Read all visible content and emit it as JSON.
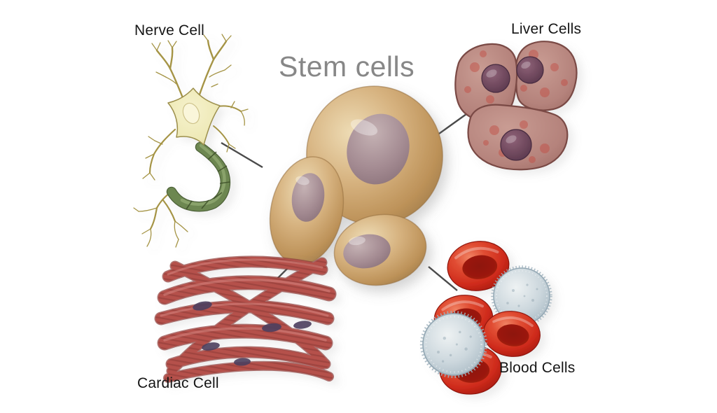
{
  "diagram": {
    "title": "Stem cells",
    "center_node": {
      "id": "stem-cells",
      "label": "Stem cells",
      "illustration": "three-stem-cells-icon"
    },
    "nodes": [
      {
        "id": "nerve-cell",
        "label": "Nerve Cell",
        "position": "top-left",
        "illustration": "neuron-icon"
      },
      {
        "id": "liver-cells",
        "label": "Liver Cells",
        "position": "top-right",
        "illustration": "liver-cell-cluster-icon"
      },
      {
        "id": "cardiac-cell",
        "label": "Cardiac Cell",
        "position": "bottom-left",
        "illustration": "cardiac-muscle-fibers-icon"
      },
      {
        "id": "blood-cells",
        "label": "Blood Cells",
        "position": "bottom-right",
        "illustration": "red-and-white-blood-cells-icon"
      }
    ],
    "connections": [
      {
        "from": "stem-cells",
        "to": "nerve-cell"
      },
      {
        "from": "stem-cells",
        "to": "liver-cells"
      },
      {
        "from": "stem-cells",
        "to": "cardiac-cell"
      },
      {
        "from": "stem-cells",
        "to": "blood-cells"
      }
    ]
  },
  "colors": {
    "background": "#ffffff",
    "title_text": "#878787",
    "label_text": "#151515",
    "connector_line": "#4a4a4a",
    "stem_cell_body": "#c9a36e",
    "stem_cell_body_light": "#ecd8af",
    "stem_cell_edge": "#a07c49",
    "stem_cell_nucleus": "#9b8289",
    "neuron_soma": "#eee9b6",
    "neuron_dendrite": "#a59445",
    "neuron_axon_myelin": "#6d8751",
    "liver_cell_body": "#b5837c",
    "liver_cell_nucleus": "#5f3d52",
    "liver_cell_spot": "#c25148",
    "cardiac_fiber": "#b5514b",
    "cardiac_striation": "#8e3b38",
    "cardiac_nucleus": "#4c3f5e",
    "red_blood_cell": "#cf2b1c",
    "red_blood_cell_dark": "#8e1208",
    "white_blood_cell": "#b9c7d0"
  }
}
